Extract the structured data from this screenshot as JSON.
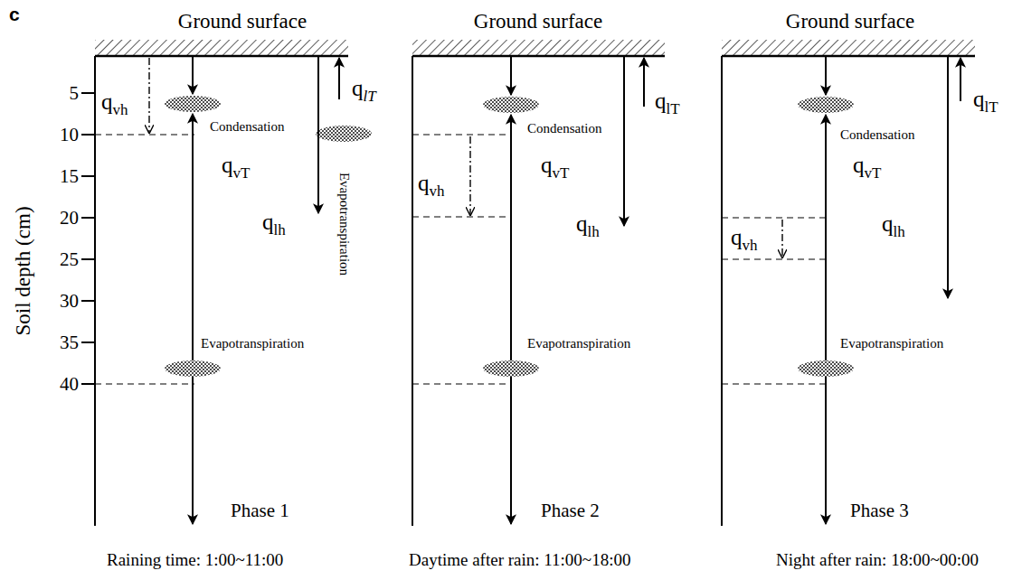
{
  "diagram": {
    "labels": [
      "c",
      "Ground surface",
      "Ground surface",
      "Ground surface",
      "5",
      "10",
      "15",
      "20",
      "25",
      "30",
      "35",
      "40",
      "Soil depth (cm)",
      "qvh",
      "Condensation",
      "qvT",
      "qlT",
      "Evapotranspiration",
      "qlh",
      "Evapotranspiration",
      "Phase 1",
      "qlT",
      "Condensation",
      "qvT",
      "qvh",
      "qlh",
      "Evapotranspiration",
      "Phase 2",
      "qlT",
      "Condensation",
      "qvT",
      "qvh",
      "qlh",
      "Evapotranspiration",
      "Phase 3",
      "Raining time: 1:00~11:00",
      "Daytime after rain: 11:00~18:00",
      "Night after rain: 18:00~00:00"
    ]
  }
}
